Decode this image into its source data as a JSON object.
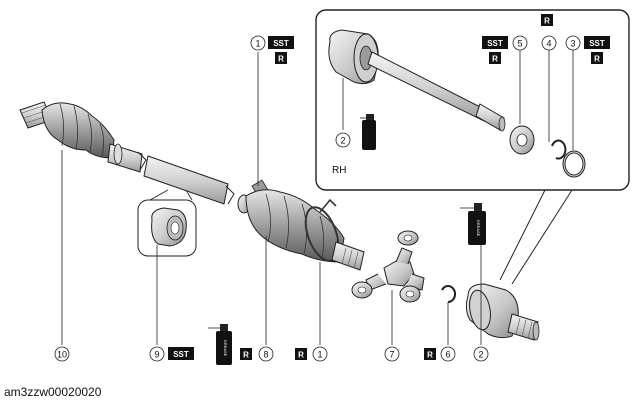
{
  "caption": "am3zzw00020020",
  "inset_label": "RH",
  "tags": {
    "sst": "SST",
    "r": "R",
    "grease": "GREASE"
  },
  "callouts": {
    "n1": "1",
    "n2": "2",
    "n3": "3",
    "n4": "4",
    "n5": "5",
    "n6": "6",
    "n7": "7",
    "n8": "8",
    "n9": "9",
    "n10": "10"
  }
}
